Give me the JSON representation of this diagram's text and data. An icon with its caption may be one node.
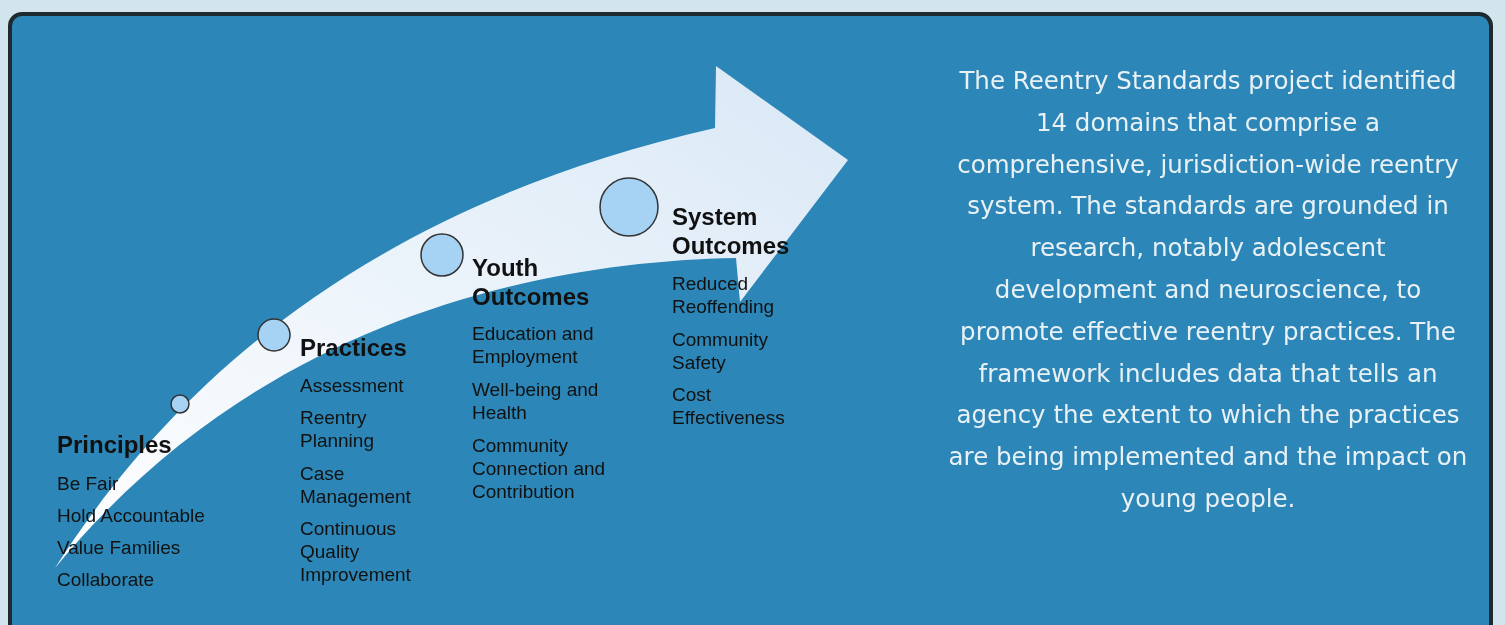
{
  "diagram": {
    "labels": [
      "Principles",
      "Be Fair",
      "Hold Accountable",
      "Value Families",
      "Collaborate",
      "Practices",
      "Assessment",
      "Reentry Planning",
      "Case Management",
      "Continuous Quality Improvement",
      "Youth Outcomes",
      "Education and Employment",
      "Well-being and Health",
      "Community Connection and Contribution",
      "System Outcomes",
      "Reduced Reoffending",
      "Community Safety",
      "Cost Effectiveness",
      "The Reentry Standards project identified 14 domains that comprise a comprehensive, jurisdiction-wide reentry system. The standards are grounded in research, notably adolescent development and neuroscience, to promote effective reentry practices. The framework includes data that tells an agency the extent to which the practices are being implemented and the impact on young people."
    ]
  }
}
